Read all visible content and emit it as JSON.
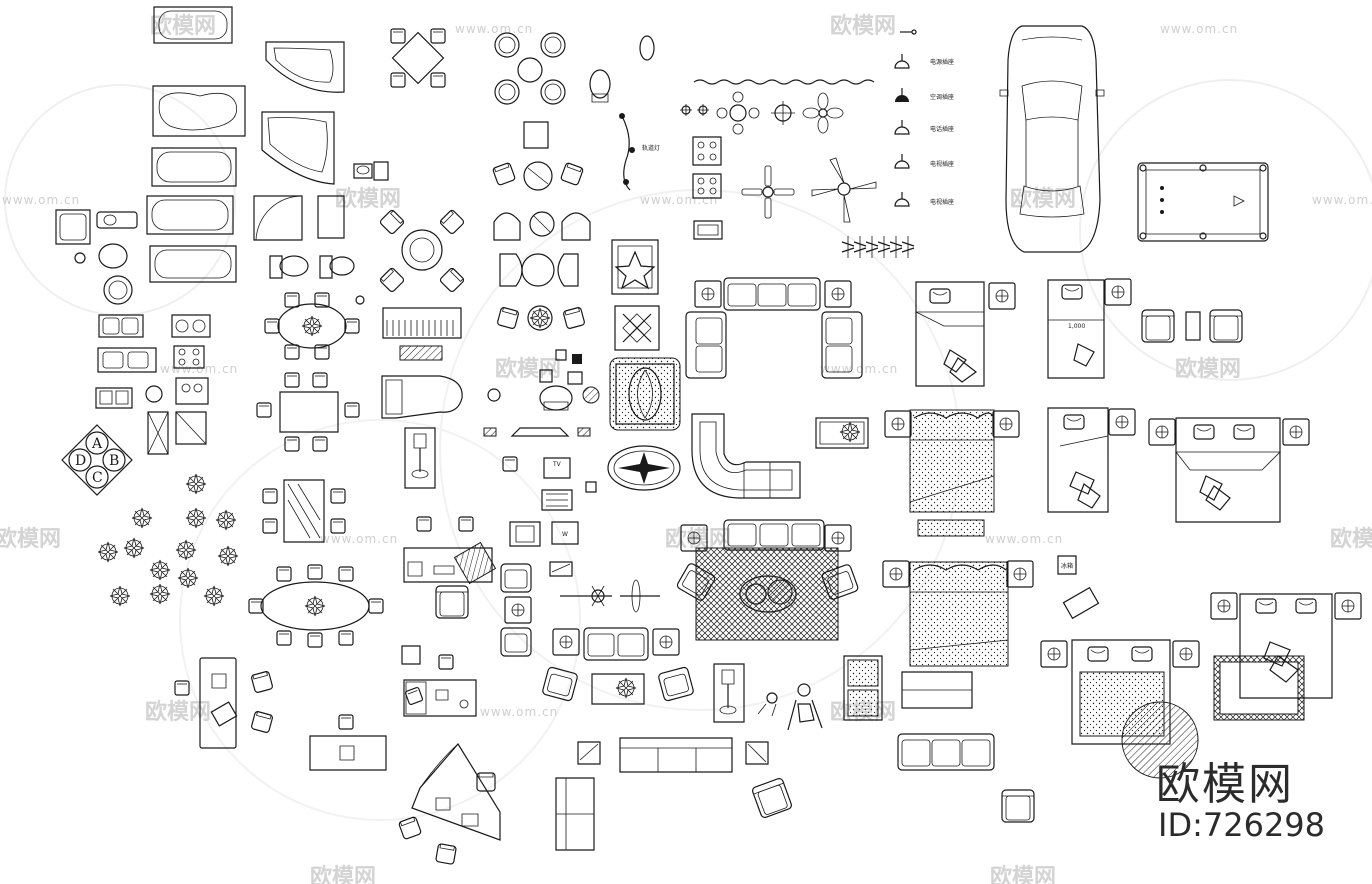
{
  "watermark": {
    "brand": "欧模网",
    "url": "www.om.cn"
  },
  "brand": {
    "logo_text": "欧模网",
    "id_text": "ID:726298"
  },
  "labels": {
    "track_light": "轨道灯",
    "bed_dimension": "1,000"
  },
  "legend": [
    "电源插座",
    "空调插座",
    "电话插座",
    "电视插座",
    "电视插座"
  ],
  "rug_letters": [
    "A",
    "B",
    "C",
    "D"
  ],
  "tv_label": "TV",
  "monitor_label": "W",
  "sign_label": "冰箱"
}
